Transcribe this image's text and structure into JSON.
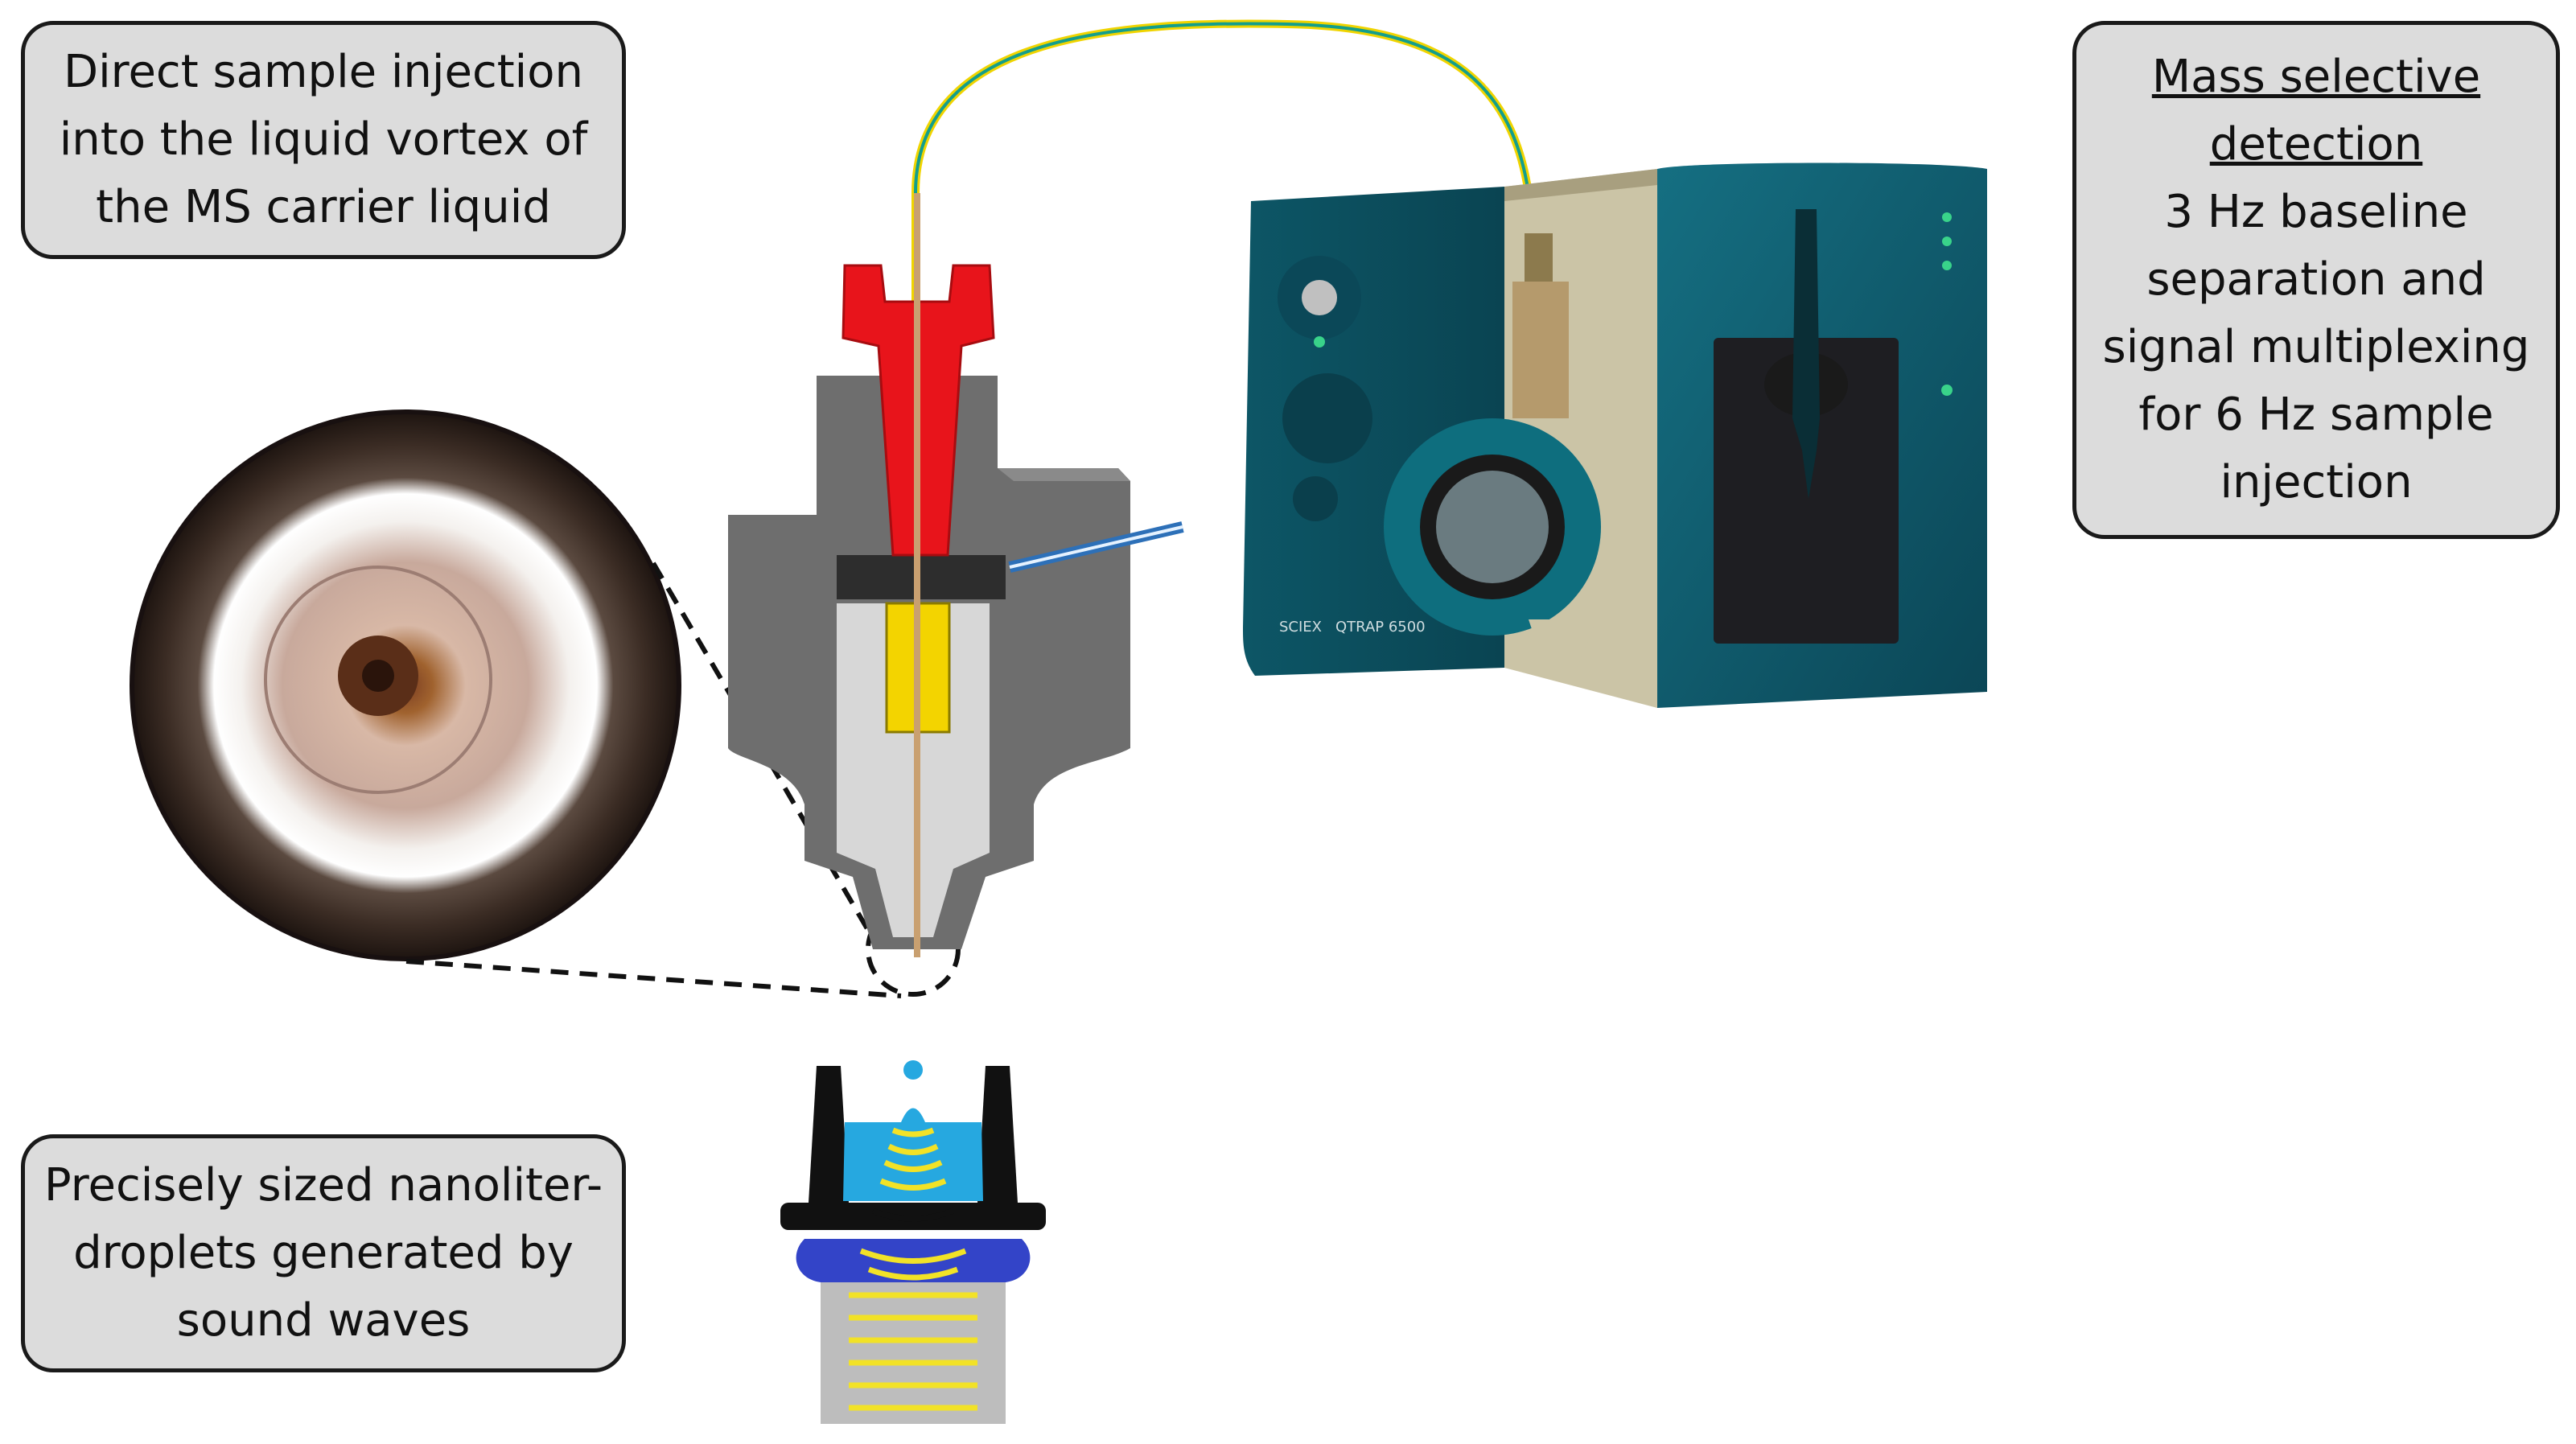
{
  "callouts": {
    "injection": {
      "lines": [
        "Direct sample injection",
        "into the liquid vortex of",
        "the MS carrier liquid"
      ]
    },
    "droplets": {
      "lines": [
        "Precisely sized nanoliter-",
        "droplets generated by",
        "sound waves"
      ]
    },
    "detection": {
      "heading_lines": [
        "Mass selective",
        "detection"
      ],
      "lines": [
        "3 Hz baseline",
        "separation and",
        "signal multiplexing",
        "for 6 Hz sample",
        "injection"
      ]
    }
  },
  "instrument": {
    "badge": "SCIEX",
    "model": "QTRAP 6500"
  },
  "colors": {
    "instrument_body": "#0f5d6e",
    "instrument_dark": "#0a3f4c",
    "nozzle_red": "#e8141b",
    "housing_gray": "#6e6e6e",
    "insert_yellow": "#f3d400",
    "liquid_blue": "#26a8e0",
    "transducer_blue": "#3344c8",
    "soundwave_yellow": "#f2e227",
    "tubing_yellow": "#f0d400",
    "tubing_teal": "#139e8c"
  }
}
